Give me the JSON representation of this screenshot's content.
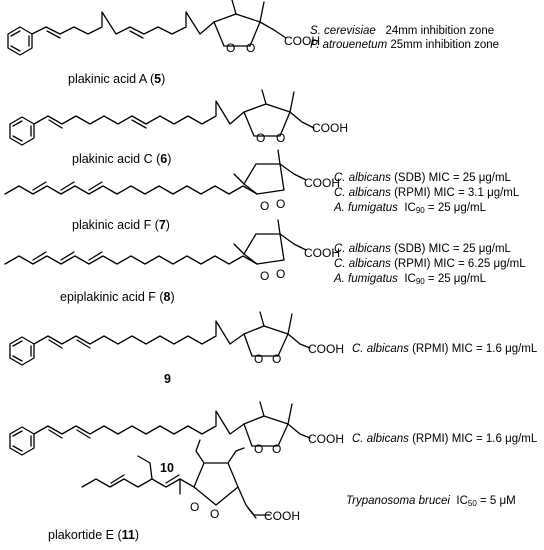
{
  "compounds": [
    {
      "name": "plakinic acid A",
      "number": "5",
      "activity": [
        {
          "organism": "S. cerevisiae",
          "text": "24mm inhibition zone"
        },
        {
          "organism": "P. atrouenetum",
          "text": "25mm inhibition zone"
        }
      ]
    },
    {
      "name": "plakinic acid C",
      "number": "6",
      "activity": []
    },
    {
      "name": "plakinic acid F",
      "number": "7",
      "activity": [
        {
          "organism": "C. albicans",
          "text": "(SDB)  MIC = 25 μg/mL"
        },
        {
          "organism": "C. albicans",
          "text": "(RPMI)  MIC = 3.1 μg/mL"
        },
        {
          "organism": "A. fumigatus",
          "text_pre": "IC",
          "sub": "90",
          "text_post": " = 25 μg/mL"
        }
      ]
    },
    {
      "name": "epiplakinic acid F",
      "number": "8",
      "activity": [
        {
          "organism": "C. albicans",
          "text": "(SDB)  MIC = 25 μg/mL"
        },
        {
          "organism": "C. albicans",
          "text": "(RPMI)  MIC = 6.25 μg/mL"
        },
        {
          "organism": "A. fumigatus",
          "text_pre": "IC",
          "sub": "90",
          "text_post": " = 25 μg/mL"
        }
      ]
    },
    {
      "name": "",
      "number": "9",
      "activity": [
        {
          "organism": "C. albicans",
          "text": "(RPMI)  MIC = 1.6 μg/mL"
        }
      ]
    },
    {
      "name": "",
      "number": "10",
      "activity": [
        {
          "organism": "C. albicans",
          "text": "(RPMI)  MIC = 1.6 μg/mL"
        }
      ]
    },
    {
      "name": "plakortide E",
      "number": "11",
      "activity": [
        {
          "organism": "Trypanosoma brucei",
          "text_pre": "IC",
          "sub": "50",
          "text_post": " = 5 μM"
        }
      ]
    }
  ],
  "atom_labels": {
    "acid": "COOH",
    "oxygen": "O"
  }
}
